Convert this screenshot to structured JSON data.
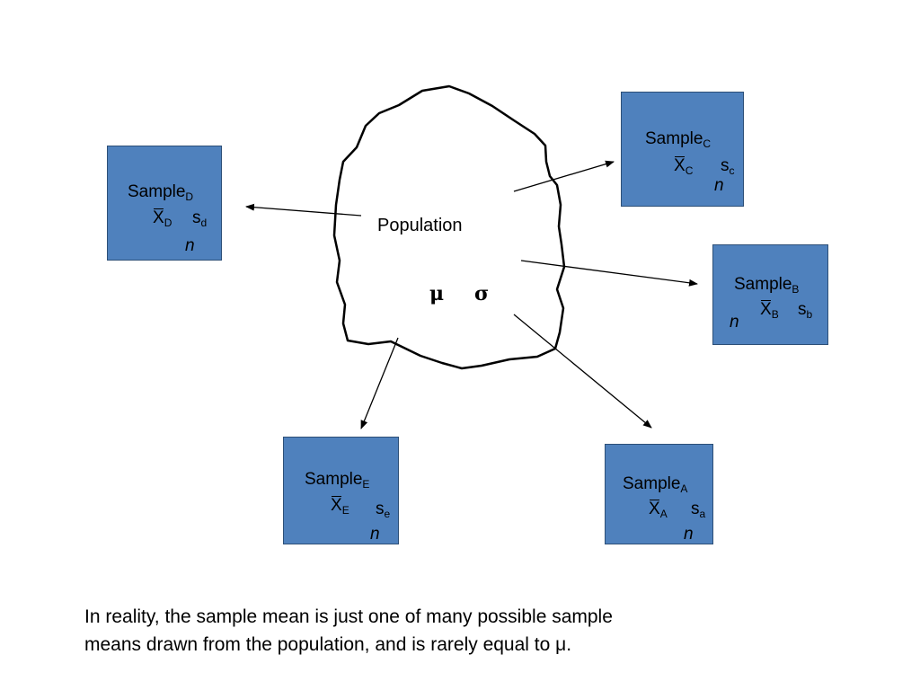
{
  "population": {
    "label": "Population",
    "mu": "μ",
    "sigma": "σ"
  },
  "samples": {
    "A": {
      "label": "Sample",
      "label_sub": "A",
      "xbar": "X",
      "xbar_sub": "A",
      "s": "s",
      "s_sub": "a",
      "n": "n"
    },
    "B": {
      "label": "Sample",
      "label_sub": "B",
      "xbar": "X",
      "xbar_sub": "B",
      "s": "s",
      "s_sub": "b",
      "n": "n"
    },
    "C": {
      "label": "Sample",
      "label_sub": "C",
      "xbar": "X",
      "xbar_sub": "C",
      "s": "s",
      "s_sub": "c",
      "n": "n"
    },
    "D": {
      "label": "Sample",
      "label_sub": "D",
      "xbar": "X",
      "xbar_sub": "D",
      "s": "s",
      "s_sub": "d",
      "n": "n"
    },
    "E": {
      "label": "Sample",
      "label_sub": "E",
      "xbar": "X",
      "xbar_sub": "E",
      "s": "s",
      "s_sub": "e",
      "n": "n"
    }
  },
  "caption": {
    "line1": "In reality, the sample mean is just one of many possible sample",
    "line2": "means drawn from the population, and is rarely equal to μ."
  },
  "colors": {
    "box_fill": "#4F81BD",
    "box_border": "#2d4f77",
    "ink": "#000000"
  }
}
